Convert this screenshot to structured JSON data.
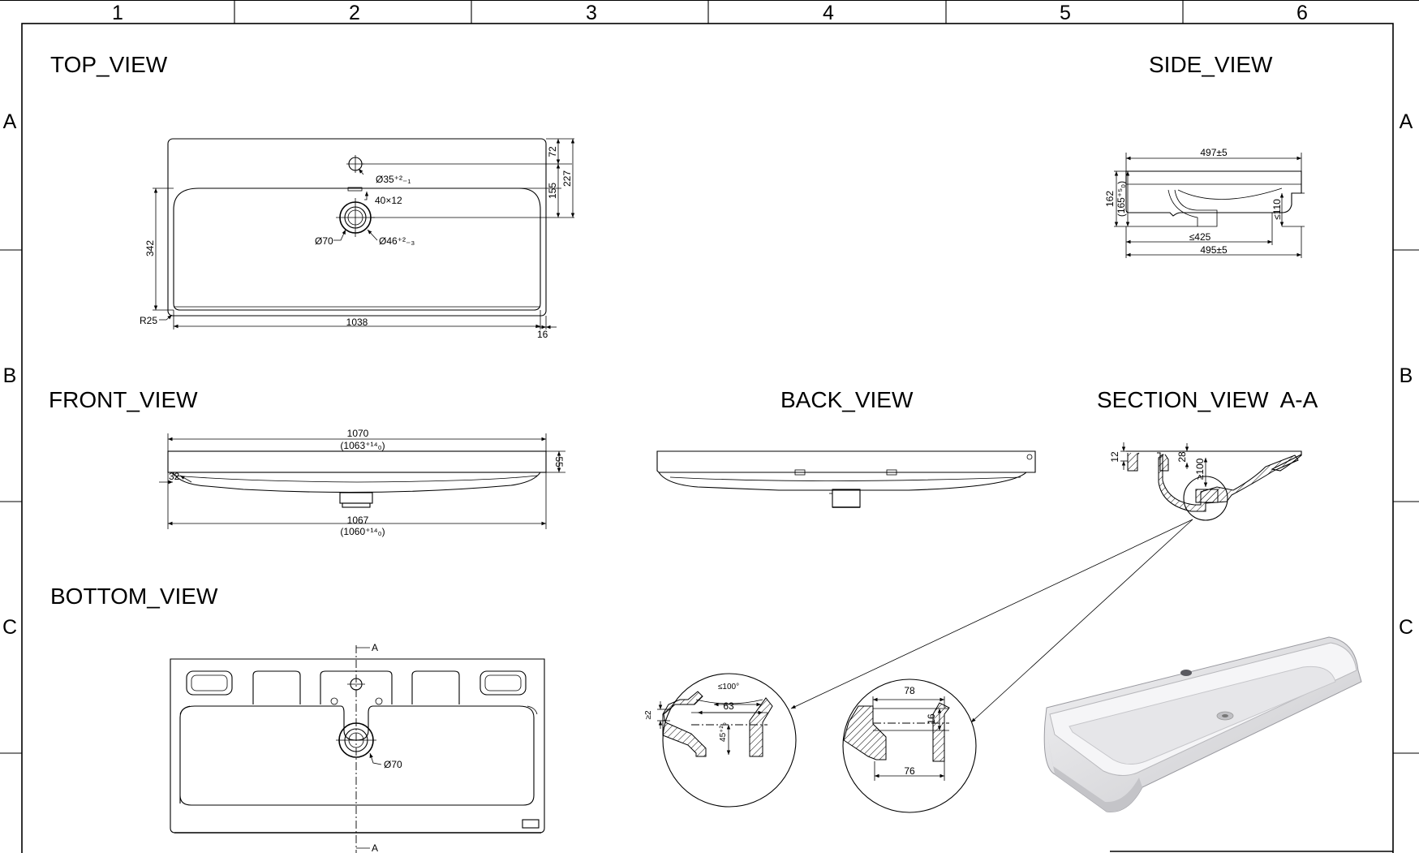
{
  "frame": {
    "columns": [
      "1",
      "2",
      "3",
      "4",
      "5",
      "6"
    ],
    "rows": [
      "A",
      "B",
      "C"
    ]
  },
  "views": {
    "top": "TOP_VIEW",
    "side": "SIDE_VIEW",
    "front": "FRONT_VIEW",
    "back": "BACK_VIEW",
    "section": "SECTION_VIEW  A-A",
    "bottom": "BOTTOM_VIEW"
  },
  "top_dims": {
    "d72": "72",
    "d155": "155",
    "d227": "227",
    "d342": "342",
    "hole": "Ø35⁺²₋₁",
    "slot": "40×12",
    "d70": "Ø70",
    "d46": "Ø46⁺²₋₃",
    "r25": "R25",
    "d1038": "1038",
    "d16": "16"
  },
  "side_dims": {
    "d497": "497±5",
    "d162": "162",
    "d165": "(165⁺⁵₀)",
    "d110": "≤110",
    "d425": "≤425",
    "d495": "495±5"
  },
  "front_dims": {
    "d1070": "1070",
    "d1063": "(1063⁺¹⁴₀)",
    "d55": "55",
    "d32": "32",
    "d1067": "1067",
    "d1060": "(1060⁺¹⁴₀)"
  },
  "section_dims": {
    "d12": "12",
    "d28": "28",
    "d100": "≥100"
  },
  "bottom_dims": {
    "secA_top": "A",
    "secA_bot": "A",
    "d70": "Ø70"
  },
  "detail1": {
    "angle": "≤100°",
    "d63": "63",
    "d2": "≥2",
    "d45": "45⁺²₀"
  },
  "detail2": {
    "d78": "78",
    "d16": "16",
    "d76": "76"
  }
}
